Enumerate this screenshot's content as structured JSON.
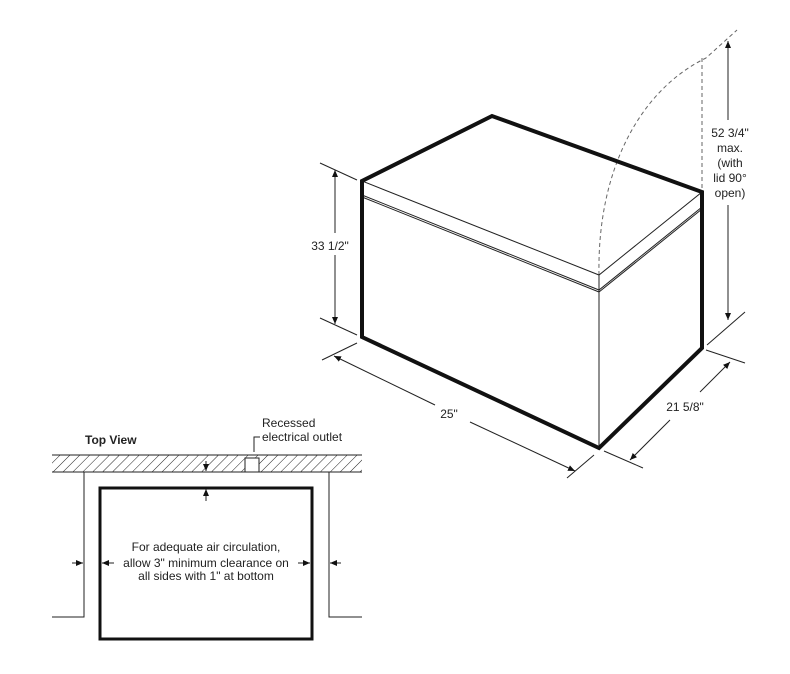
{
  "isometric_view": {
    "height_label": "33 1/2\"",
    "width_label": "25\"",
    "depth_label": "21 5/8\"",
    "lid_open_height": [
      "52 3/4\"",
      "max.",
      "(with",
      "lid 90°",
      "open)"
    ]
  },
  "top_view": {
    "title": "Top View",
    "outlet_label": [
      "Recessed",
      "electrical outlet"
    ],
    "clearance_note": [
      "For adequate air circulation,",
      "allow 3\" minimum clearance on",
      "all sides with 1\" at bottom"
    ]
  }
}
